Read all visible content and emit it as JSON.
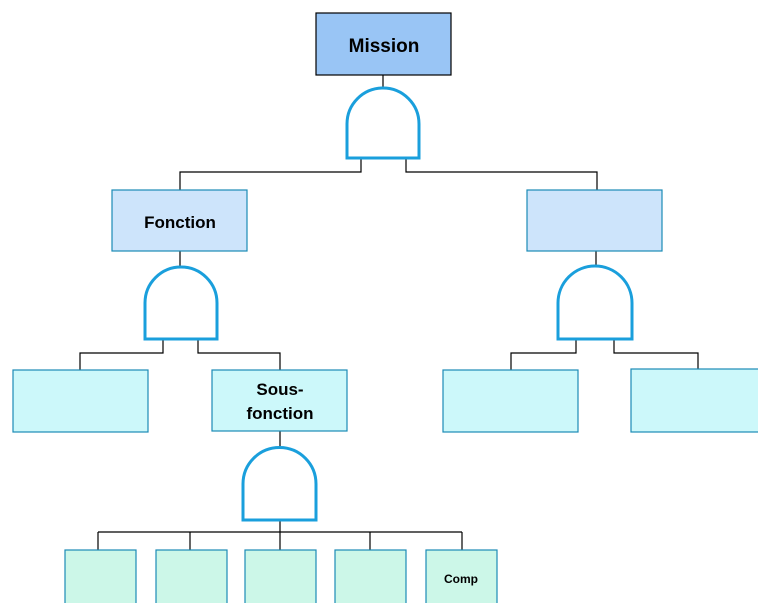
{
  "diagram": {
    "nodes": {
      "mission": {
        "label": "Mission"
      },
      "fonction": {
        "label": "Fonction"
      },
      "fonction_right": {
        "label": ""
      },
      "leaf_left": {
        "label": ""
      },
      "sous_fonction": {
        "line1": "Sous-",
        "line2": "fonction"
      },
      "leaf_right_a": {
        "label": ""
      },
      "leaf_right_b": {
        "label": ""
      },
      "comp_1": {
        "label": ""
      },
      "comp_2": {
        "label": ""
      },
      "comp_3": {
        "label": ""
      },
      "comp_4": {
        "label": ""
      },
      "comp_5": {
        "label": "Comp"
      }
    },
    "gates": [
      "and-gate",
      "and-gate",
      "and-gate",
      "and-gate"
    ],
    "colors": {
      "mission_fill": "#99c5f5",
      "function_fill": "#cde4fb",
      "subfunction_fill": "#ccf8fa",
      "component_fill": "#ccf7e8",
      "gate_stroke": "#1a9fdc",
      "line": "#000000"
    }
  }
}
